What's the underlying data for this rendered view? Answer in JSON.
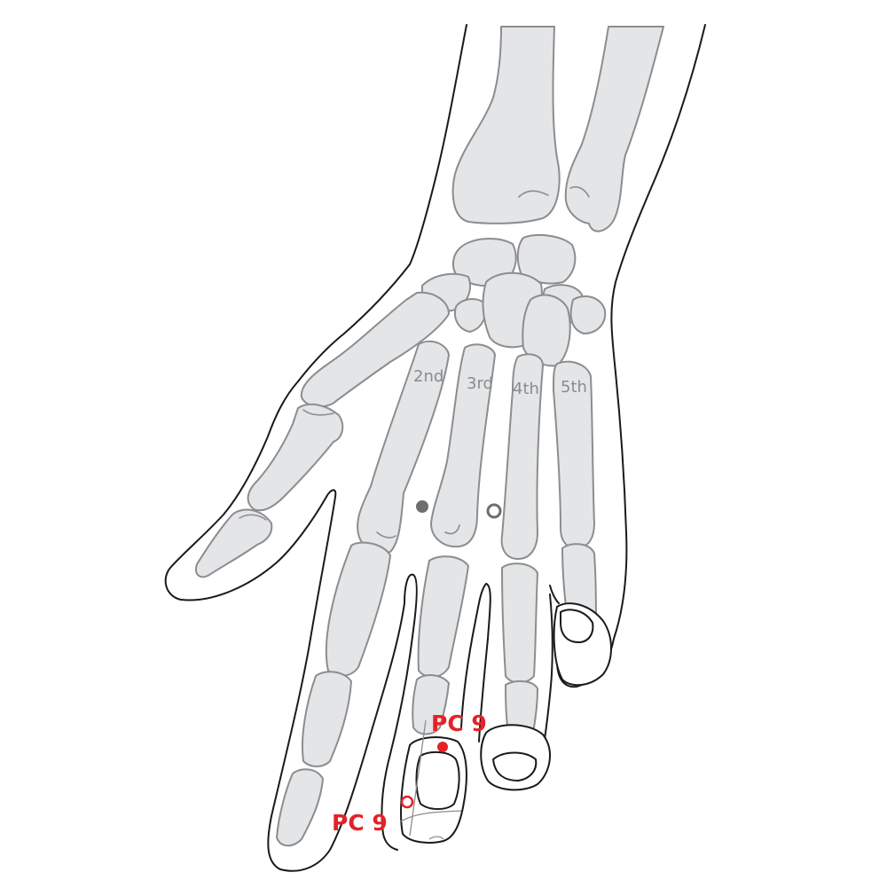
{
  "bone_labels": {
    "second": "2nd",
    "third": "3rd",
    "fourth": "4th",
    "fifth": "5th"
  },
  "points": {
    "front_label": "PC 9",
    "back_label": "PC 9"
  },
  "colors": {
    "bone_fill": "#e4e5e6",
    "bone_outline": "#8c8d8f",
    "skin_outline": "#1a1a1a",
    "acupoint": "#e52128",
    "reference_point": "#6d6e70"
  }
}
